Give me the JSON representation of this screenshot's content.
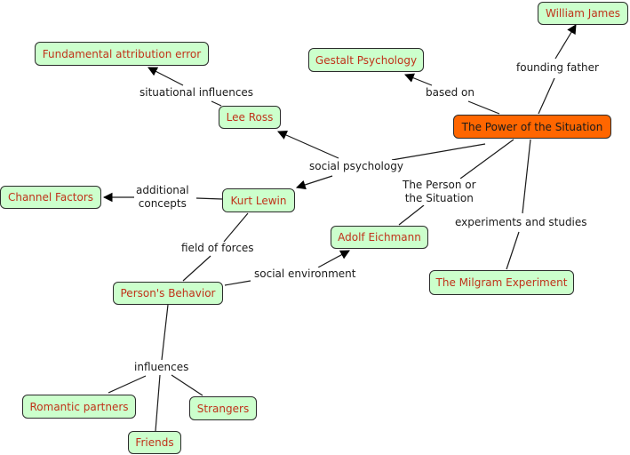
{
  "concepts": {
    "root": "The Power of the Situation",
    "william_james": "William James",
    "gestalt": "Gestalt Psychology",
    "fundamental_error": "Fundamental attribution error",
    "lee_ross": "Lee Ross",
    "kurt_lewin": "Kurt Lewin",
    "channel_factors": "Channel Factors",
    "adolf_eichmann": "Adolf Eichmann",
    "milgram": "The Milgram Experiment",
    "persons_behavior": "Person's Behavior",
    "romantic_partners": "Romantic partners",
    "friends": "Friends",
    "strangers": "Strangers"
  },
  "links": {
    "founding_father": "founding father",
    "based_on": "based on",
    "situational_influences": "situational influences",
    "social_psychology": "social psychology",
    "additional_concepts_1": "additional",
    "additional_concepts_2": "concepts",
    "person_or_situation_1": "The Person or",
    "person_or_situation_2": "the Situation",
    "experiments_and_studies": "experiments and studies",
    "field_of_forces": "field of forces",
    "social_environment": "social environment",
    "influences": "influences"
  },
  "colors": {
    "concept_fill": "#ccffcc",
    "concept_text": "#c0321a",
    "root_fill": "#ff6600",
    "line": "#1a1a1a"
  }
}
